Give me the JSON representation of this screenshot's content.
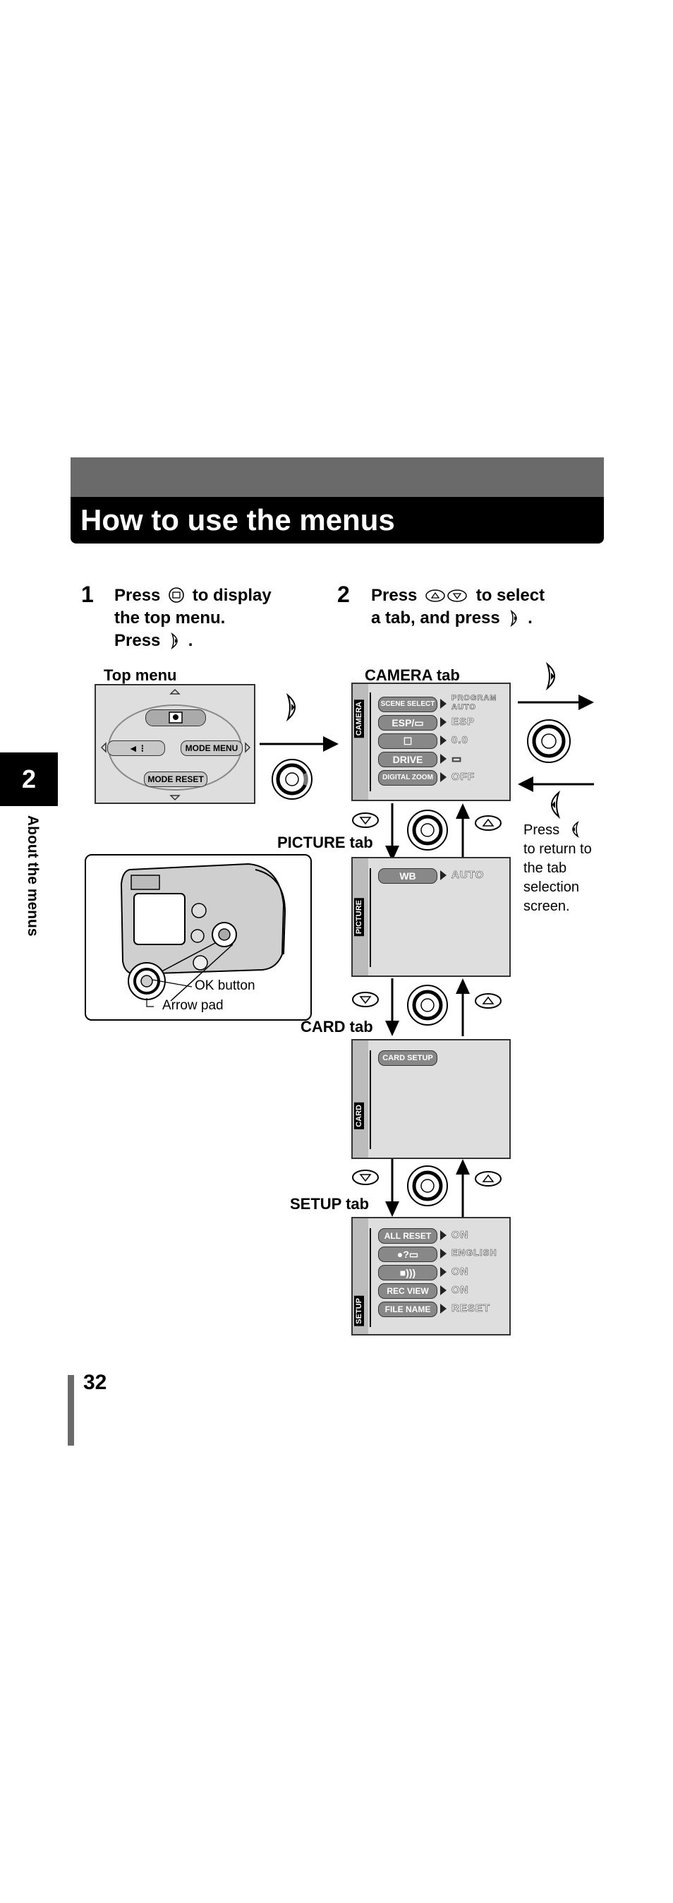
{
  "header": {
    "title": "How to use the menus"
  },
  "steps": [
    {
      "num": "1",
      "line1": "Press",
      "line1b": "to display",
      "line2": "the top menu.",
      "line3": "Press"
    },
    {
      "num": "2",
      "line1": "Press",
      "line1b": "to select",
      "line2": "a tab, and press"
    }
  ],
  "labels": {
    "top_menu": "Top menu",
    "camera_tab": "CAMERA tab",
    "picture_tab": "PICTURE tab",
    "card_tab": "CARD tab",
    "setup_tab": "SETUP tab",
    "return_note": [
      "Press",
      "to return to",
      "the tab",
      "selection",
      "screen."
    ],
    "ok_button": "OK button",
    "arrow_pad": "Arrow pad"
  },
  "top_menu_screen": {
    "left_item": "◄ ⁝",
    "mode_menu": "MODE MENU",
    "mode_reset": "MODE RESET"
  },
  "camera_screen": {
    "tab": "CAMERA",
    "rows": [
      {
        "label": "SCENE SELECT",
        "value": "PROGRAM AUTO"
      },
      {
        "label": "ESP/▭",
        "value": "ESP"
      },
      {
        "label": "☐",
        "value": "0.0"
      },
      {
        "label": "DRIVE",
        "value": "▭"
      },
      {
        "label": "DIGITAL ZOOM",
        "value": "OFF"
      }
    ]
  },
  "picture_screen": {
    "tab": "PICTURE",
    "rows": [
      {
        "label": "WB",
        "value": "AUTO"
      }
    ]
  },
  "card_screen": {
    "tab": "CARD",
    "rows": [
      {
        "label": "CARD SETUP"
      }
    ]
  },
  "setup_screen": {
    "tab": "SETUP",
    "rows": [
      {
        "label": "ALL RESET",
        "value": "ON"
      },
      {
        "label": "●?▭",
        "value": "ENGLISH"
      },
      {
        "label": "■)))",
        "value": "ON"
      },
      {
        "label": "REC VIEW",
        "value": "ON"
      },
      {
        "label": "FILE NAME",
        "value": "RESET"
      }
    ]
  },
  "sidebar": {
    "chapter_num": "2",
    "chapter_label": "About the menus"
  },
  "footer": {
    "page_number": "32"
  }
}
